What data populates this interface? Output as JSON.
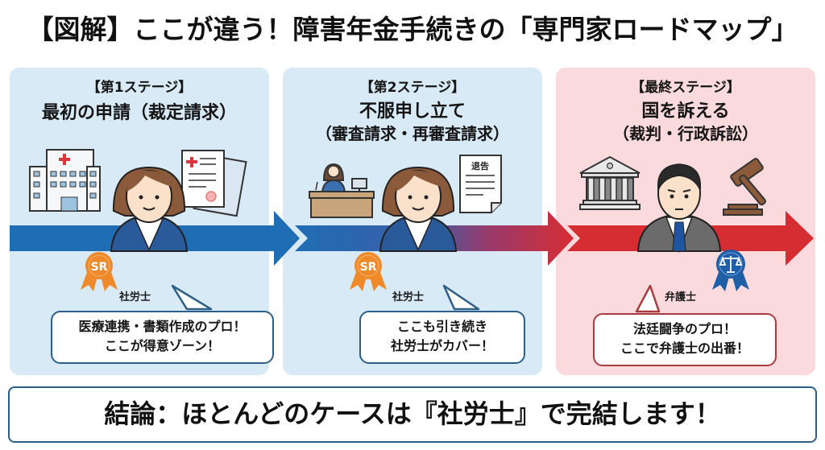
{
  "header": {
    "title": "【図解】ここが違う！障害年金手続きの「専門家ロードマップ」"
  },
  "stages": [
    {
      "label": "【第1ステージ】",
      "name": "最初の申請（裁定請求）",
      "sub": "",
      "role": "社労士",
      "badge_text": "SR",
      "bubble_lines": [
        "医療連携・書類作成のプロ！",
        "ここが得意ゾーン！"
      ],
      "icons": [
        "hospital-icon",
        "medical-document-icon",
        "woman-professional-icon",
        "sr-badge-icon"
      ]
    },
    {
      "label": "【第2ステージ】",
      "name": "不服申し立て",
      "sub": "（審査請求・再審査請求）",
      "role": "社労士",
      "badge_text": "SR",
      "document_label": "退告",
      "bubble_lines": [
        "ここも引き続き",
        "社労士がカバー！"
      ],
      "icons": [
        "reception-desk-icon",
        "notice-document-icon",
        "woman-professional-icon",
        "sr-badge-icon"
      ]
    },
    {
      "label": "【最終ステージ】",
      "name": "国を訴える",
      "sub": "（裁判・行政訴訟）",
      "role": "弁護士",
      "bubble_lines": [
        "法廷闘争のプロ！",
        "ここで弁護士の出番！"
      ],
      "icons": [
        "courthouse-icon",
        "gavel-icon",
        "man-lawyer-icon",
        "scales-badge-icon"
      ]
    }
  ],
  "conclusion": {
    "text": "結論：ほとんどのケースは『社労士』で完結します！"
  },
  "colors": {
    "stage_blue_bg": "#d8eaf6",
    "stage_red_bg": "#fadadd",
    "arrow_blue": "#1f6db5",
    "arrow_red": "#d62d33",
    "badge_orange": "#ee8a2a",
    "badge_blue": "#1e5fa8",
    "bubble_blue_border": "#2d5f86",
    "bubble_red_border": "#a93a3f"
  }
}
